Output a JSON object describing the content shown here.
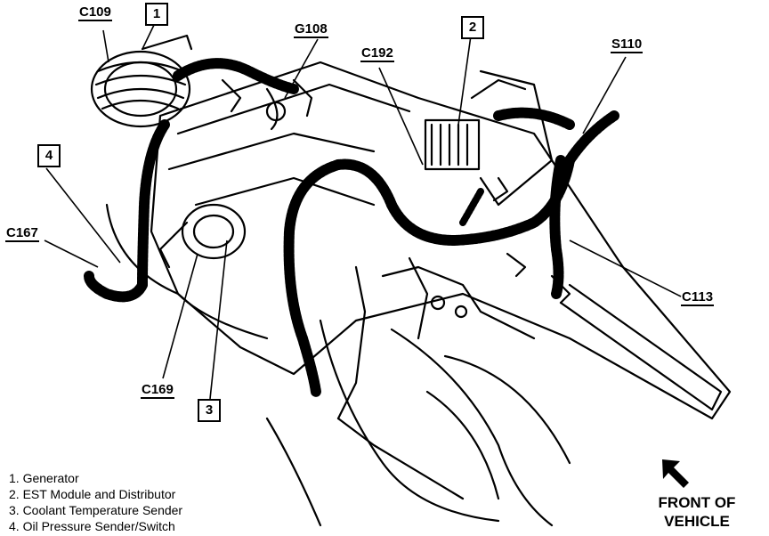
{
  "connectors": {
    "c109": "C109",
    "g108": "G108",
    "c192": "C192",
    "s110": "S110",
    "c167": "C167",
    "c113": "C113",
    "c169": "C169"
  },
  "callouts": {
    "n1": "1",
    "n2": "2",
    "n3": "3",
    "n4": "4"
  },
  "legend": [
    "1.  Generator",
    "2.  EST Module and Distributor",
    "3.  Coolant Temperature Sender",
    "4.  Oil Pressure Sender/Switch"
  ],
  "direction": {
    "line1": "FRONT OF",
    "line2": "VEHICLE",
    "icon": "arrow-up-left-icon"
  }
}
